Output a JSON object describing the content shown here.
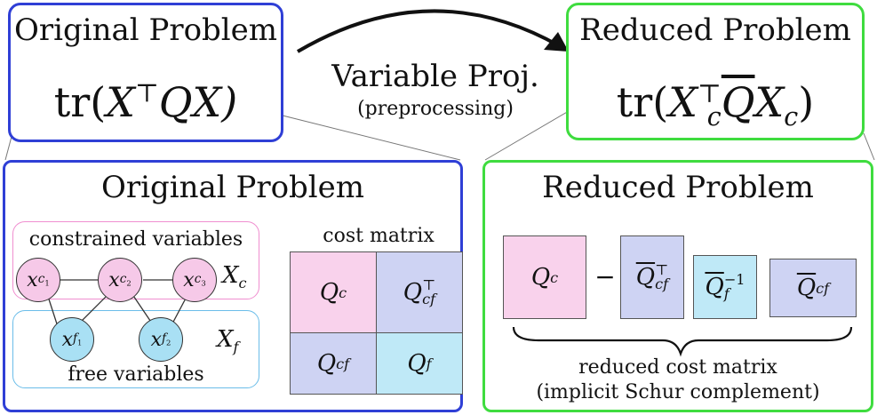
{
  "top_left": {
    "title": "Original Problem",
    "formula_tr": "tr(",
    "formula_body": "X",
    "formula_sup": "⊤",
    "formula_rest": "QX)"
  },
  "top_right": {
    "title": "Reduced Problem",
    "formula_tr": "tr(",
    "formula_x": "X",
    "formula_xsub": "c",
    "formula_xsup": "⊤",
    "formula_qbar": "Q",
    "formula_x2": "X",
    "formula_x2sub": "c",
    "formula_close": ")"
  },
  "arrow": {
    "label": "Variable Proj.",
    "sublabel": "(preprocessing)"
  },
  "bottom_left": {
    "title": "Original Problem",
    "constrained_label": "constrained variables",
    "free_label": "free variables",
    "xc_label": "X",
    "xc_sub": "c",
    "xf_label": "X",
    "xf_sub": "f",
    "nodes": [
      {
        "base": "x",
        "sub": "c",
        "subsub": "1"
      },
      {
        "base": "x",
        "sub": "c",
        "subsub": "2"
      },
      {
        "base": "x",
        "sub": "c",
        "subsub": "3"
      },
      {
        "base": "x",
        "sub": "f",
        "subsub": "1"
      },
      {
        "base": "x",
        "sub": "f",
        "subsub": "2"
      }
    ],
    "cost_matrix_label": "cost matrix",
    "matrix": {
      "qc": {
        "base": "Q",
        "sub": "c"
      },
      "qcf_t": {
        "base": "Q",
        "sub": "cf",
        "sup": "⊤"
      },
      "qcf": {
        "base": "Q",
        "sub": "cf"
      },
      "qf": {
        "base": "Q",
        "sub": "f"
      }
    }
  },
  "bottom_right": {
    "title": "Reduced Problem",
    "minus": "−",
    "blocks": [
      {
        "base": "Q",
        "sub": "c",
        "sup": ""
      },
      {
        "base": "Q",
        "sub": "cf",
        "sup": "⊤",
        "bar": true
      },
      {
        "base": "Q",
        "sub": "f",
        "sup": "−1",
        "bar": true
      },
      {
        "base": "Q",
        "sub": "cf",
        "sup": "",
        "bar": true
      }
    ],
    "caption_line1": "reduced cost matrix",
    "caption_line2": "(implicit Schur complement)"
  },
  "colors": {
    "blue_border": "#2f3fd6",
    "green_border": "#3fdc3f",
    "pink": "#f9d2ec",
    "lavender": "#ced3f3",
    "cyan": "#bfe9f7",
    "node_pink": "#f6c9e8",
    "node_cyan": "#a9e0f4"
  }
}
